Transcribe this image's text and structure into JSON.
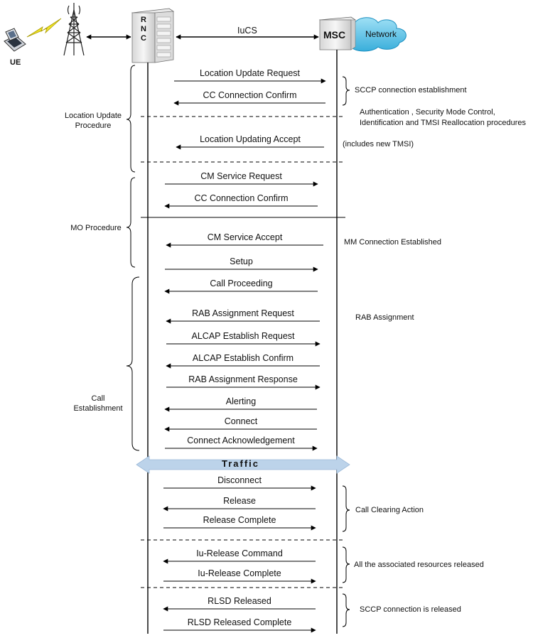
{
  "entities": {
    "ue": "UE",
    "rnc": "R N C",
    "msc": "MSC",
    "network": "Network",
    "iucs": "IuCS"
  },
  "traffic": "Traffic",
  "messages": [
    {
      "label": "Location Update Request",
      "dir": "right"
    },
    {
      "label": "CC Connection Confirm",
      "dir": "left"
    },
    {
      "label": "Location Updating Accept",
      "dir": "left"
    },
    {
      "label": "CM Service Request",
      "dir": "right"
    },
    {
      "label": "CC Connection Confirm",
      "dir": "left"
    },
    {
      "label": "CM  Service Accept",
      "dir": "left"
    },
    {
      "label": "Setup",
      "dir": "right"
    },
    {
      "label": "Call Proceeding",
      "dir": "left"
    },
    {
      "label": "RAB Assignment Request",
      "dir": "left"
    },
    {
      "label": "ALCAP Establish Request",
      "dir": "right"
    },
    {
      "label": "ALCAP Establish Confirm",
      "dir": "left"
    },
    {
      "label": "RAB Assignment Response",
      "dir": "right"
    },
    {
      "label": "Alerting",
      "dir": "left"
    },
    {
      "label": "Connect",
      "dir": "left"
    },
    {
      "label": "Connect Acknowledgement",
      "dir": "right"
    },
    {
      "label": "Disconnect",
      "dir": "right"
    },
    {
      "label": "Release",
      "dir": "left"
    },
    {
      "label": "Release Complete",
      "dir": "right"
    },
    {
      "label": "Iu-Release Command",
      "dir": "left"
    },
    {
      "label": "Iu-Release Complete",
      "dir": "right"
    },
    {
      "label": "RLSD Released",
      "dir": "left"
    },
    {
      "label": "RLSD Released Complete",
      "dir": "right"
    }
  ],
  "phases": [
    {
      "label": "Location Update Procedure"
    },
    {
      "label": "MO Procedure"
    },
    {
      "label": "Call Establishment"
    }
  ],
  "notes": [
    {
      "text": "SCCP connection establishment"
    },
    {
      "text": "Authentication , Security Mode Control,"
    },
    {
      "text": "Identification and TMSI Reallocation procedures"
    },
    {
      "text": "(includes new TMSI)"
    },
    {
      "text": "MM Connection Established"
    },
    {
      "text": "RAB Assignment"
    },
    {
      "text": "Call Clearing Action"
    },
    {
      "text": "All the associated resources released"
    },
    {
      "text": "SCCP connection is released"
    }
  ]
}
